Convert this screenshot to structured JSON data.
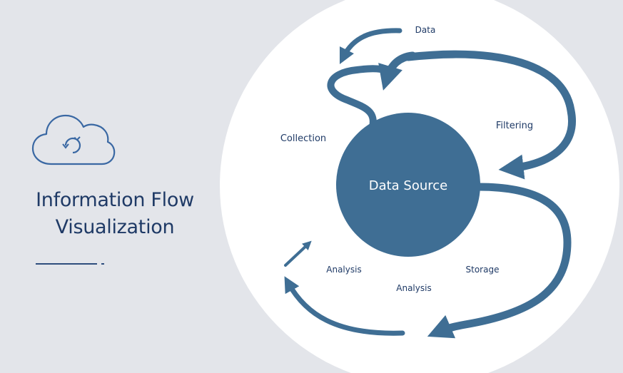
{
  "hero": {
    "icon": "cloud-sync-icon",
    "title_line1": "Information Flow",
    "title_line2": "Visualization"
  },
  "diagram": {
    "center_label": "Data Source",
    "labels": {
      "data": "Data",
      "collection": "Collection",
      "filtering": "Filtering",
      "analysis_left": "Analysis",
      "analysis_bottom": "Analysis",
      "storage": "Storage"
    },
    "colors": {
      "background": "#e3e5ea",
      "panel": "#ffffff",
      "node": "#3f6e94",
      "text": "#1f3a66"
    }
  }
}
